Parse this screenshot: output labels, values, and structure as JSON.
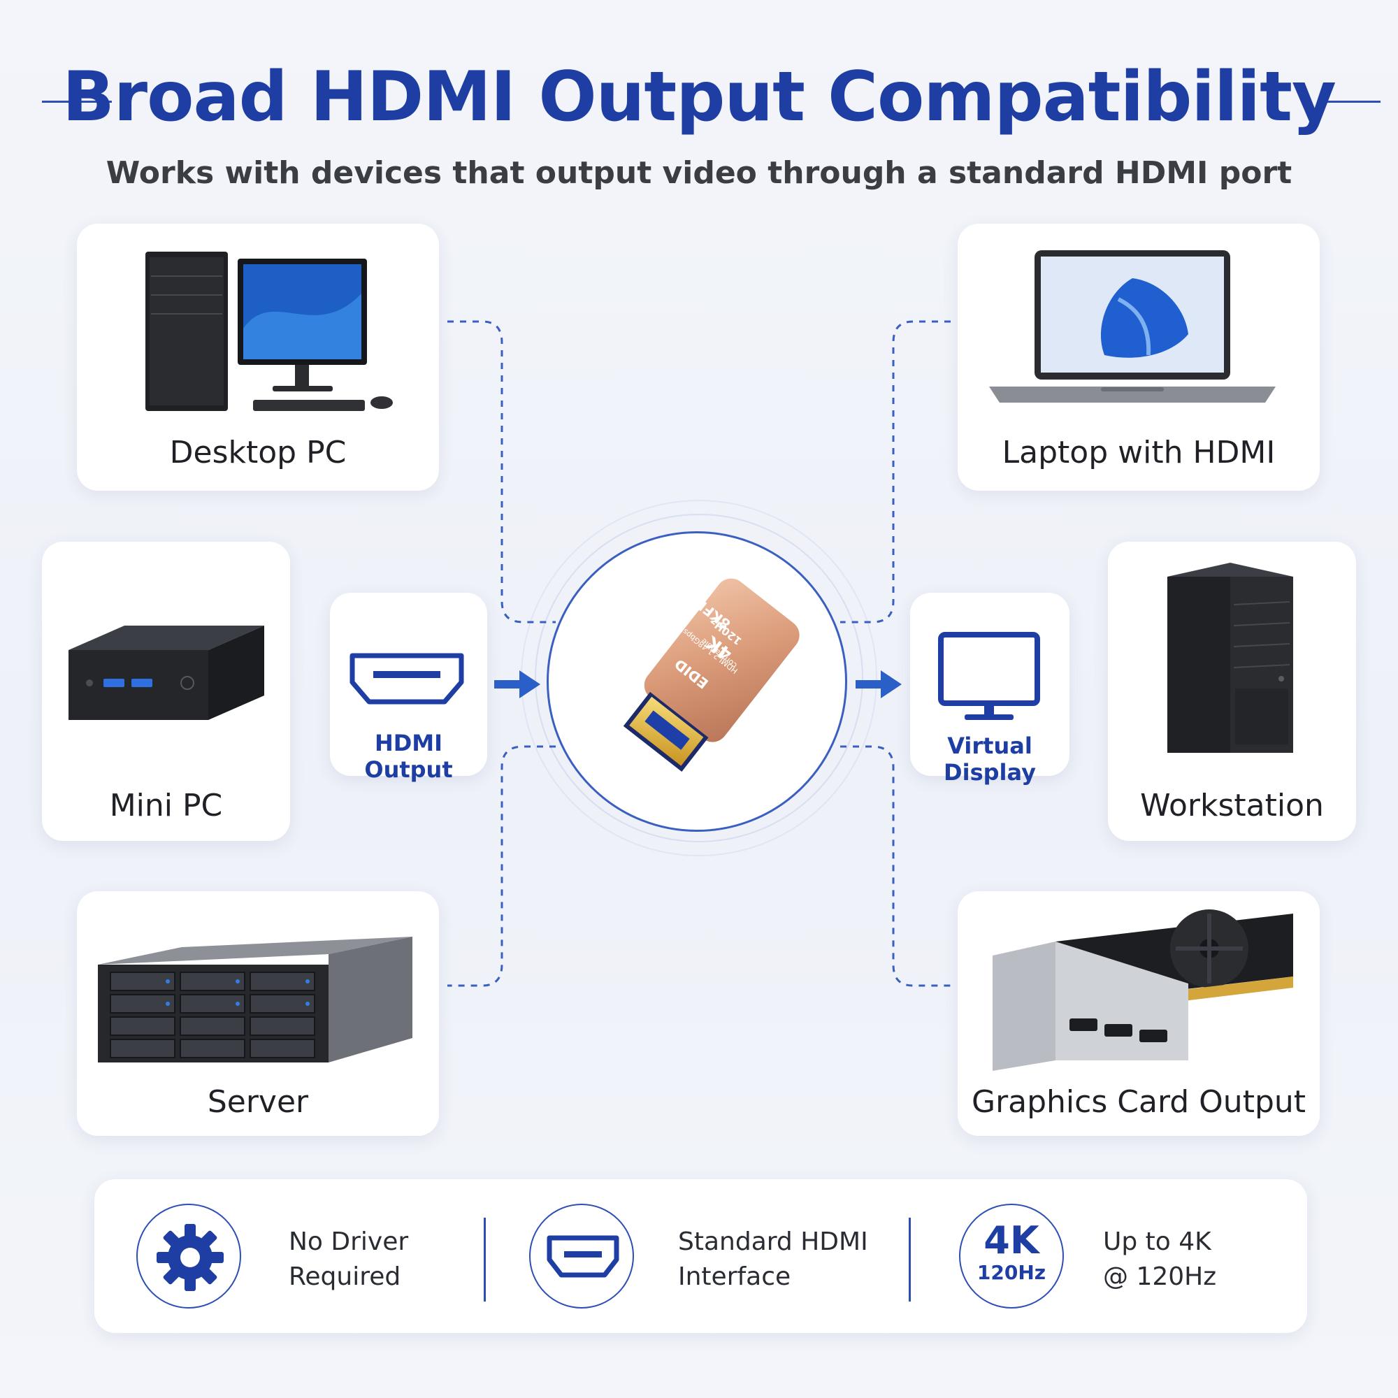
{
  "header": {
    "title": "Broad HDMI Output Compatibility",
    "subtitle": "Works with devices that output video through a standard HDMI port"
  },
  "devices": {
    "desktop_pc": "Desktop PC",
    "laptop": "Laptop with HDMI",
    "mini_pc": "Mini PC",
    "workstation": "Workstation",
    "server": "Server",
    "graphics_card": "Graphics Card Output"
  },
  "badges": {
    "hdmi_output": "HDMI Output",
    "virtual_display": "Virtual Display"
  },
  "adapter": {
    "brand": "8KFK",
    "rate": "120Hz",
    "resolution": "4K",
    "model": "EDID",
    "spec": "HDMI 2.1 48Gbps",
    "note": "compatible"
  },
  "features": [
    {
      "icon": "gear-icon",
      "line1": "No Driver",
      "line2": "Required"
    },
    {
      "icon": "hdmi-port-icon",
      "line1": "Standard HDMI",
      "line2": "Interface"
    },
    {
      "icon": "4k-icon",
      "badge_big": "4K",
      "badge_small": "120Hz",
      "line1": "Up to 4K",
      "line2": "@ 120Hz"
    }
  ],
  "colors": {
    "accent": "#1e3ea4",
    "line": "#2d4fb3",
    "adapter": "#d99a78",
    "connector": "#e0b23a"
  }
}
